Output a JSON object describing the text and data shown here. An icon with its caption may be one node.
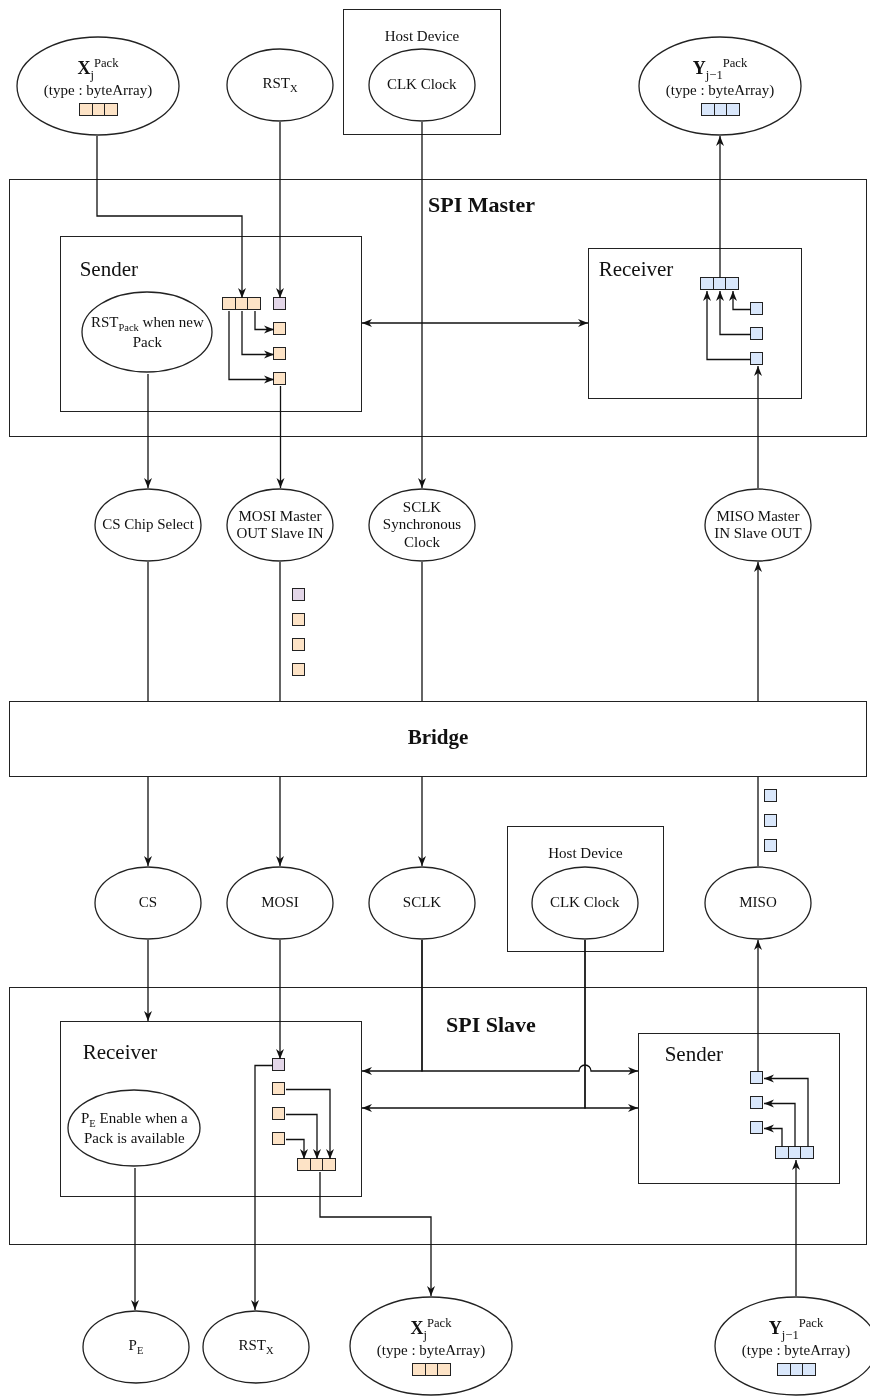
{
  "diagram": {
    "nodes": [
      {
        "text": [
          "**X**$_{j}$$^{Pack}$",
          "(type : byteArray)"
        ]
      },
      {
        "text": [
          "RST$_{X}$"
        ]
      },
      {
        "text": [
          "Host Device"
        ]
      },
      {
        "text": [
          "CLK Clock"
        ],
        "in": 2
      },
      {
        "text": [
          "**Y**$_{j−1}$$^{Pack}$",
          "(type : byteArray)"
        ]
      },
      {
        "text": [
          "SPI Master"
        ]
      },
      {
        "text": [
          "Sender"
        ],
        "in": 5
      },
      {
        "text": [
          "RST$_{Pack}$ when new Pack"
        ],
        "in": 6
      },
      {
        "text": [],
        "shape": "bar",
        "in": 6
      },
      {
        "text": [],
        "shape": "box",
        "in": 6
      },
      {
        "text": [],
        "shape": "box",
        "in": 6
      },
      {
        "text": [],
        "shape": "box",
        "in": 6
      },
      {
        "text": [],
        "shape": "box",
        "in": 6
      },
      {
        "text": [
          "Receiver"
        ],
        "in": 5
      },
      {
        "text": [],
        "shape": "bar",
        "in": 13
      },
      {
        "text": [],
        "shape": "box",
        "in": 13
      },
      {
        "text": [],
        "shape": "box",
        "in": 13
      },
      {
        "text": [],
        "shape": "box",
        "in": 13
      },
      {
        "text": [
          "CS Chip Select"
        ]
      },
      {
        "text": [
          "MOSI Master OUT Slave IN"
        ]
      },
      {
        "text": [
          "SCLK Synchronous Clock"
        ]
      },
      {
        "text": [
          "MISO Master IN Slave OUT"
        ]
      },
      {
        "text": [
          "Bridge"
        ]
      },
      {
        "text": [
          "CS"
        ]
      },
      {
        "text": [
          "MOSI"
        ]
      },
      {
        "text": [
          "SCLK"
        ]
      },
      {
        "text": [
          "Host Device"
        ]
      },
      {
        "text": [
          "CLK Clock"
        ],
        "in": 26
      },
      {
        "text": [
          "MISO"
        ]
      },
      {
        "text": [
          "SPI Slave"
        ]
      },
      {
        "text": [
          "Receiver"
        ],
        "in": 29
      },
      {
        "text": [
          "P$_{E}$ Enable when a Pack is available"
        ],
        "in": 30
      },
      {
        "text": [],
        "shape": "box",
        "in": 30
      },
      {
        "text": [],
        "shape": "box",
        "in": 30
      },
      {
        "text": [],
        "shape": "box",
        "in": 30
      },
      {
        "text": [],
        "shape": "box",
        "in": 30
      },
      {
        "text": [],
        "shape": "bar",
        "in": 30
      },
      {
        "text": [
          "Sender"
        ],
        "in": 29
      },
      {
        "text": [],
        "shape": "box",
        "in": 37
      },
      {
        "text": [],
        "shape": "box",
        "in": 37
      },
      {
        "text": [],
        "shape": "box",
        "in": 37
      },
      {
        "text": [],
        "shape": "bar",
        "in": 37
      },
      {
        "text": [
          "P$_{E}$"
        ]
      },
      {
        "text": [
          "RST$_{X}$"
        ]
      },
      {
        "text": [
          "**X**$_{j}$$^{Pack}$",
          "(type : byteArray)"
        ]
      },
      {
        "text": [
          "**Y**$_{j−1}$$^{Pack}$",
          "(type : byteArray)"
        ]
      }
    ],
    "edges": [
      {
        "from": 0,
        "to": 8,
        "arrow": "to"
      },
      {
        "from": 1,
        "to": 9,
        "arrow": "to"
      },
      {
        "from": 3,
        "to": 20,
        "arrow": "to"
      },
      {
        "from": 14,
        "to": 4,
        "arrow": "to"
      },
      {
        "from": 8,
        "to": 10,
        "arrow": "to"
      },
      {
        "from": 8,
        "to": 11,
        "arrow": "to"
      },
      {
        "from": 8,
        "to": 12,
        "arrow": "to"
      },
      {
        "from": 6,
        "to": 13,
        "arrow": "both"
      },
      {
        "from": 15,
        "to": 14,
        "arrow": "to"
      },
      {
        "from": 16,
        "to": 14,
        "arrow": "to"
      },
      {
        "from": 17,
        "to": 14,
        "arrow": "to"
      },
      {
        "from": 7,
        "to": 18,
        "arrow": "to"
      },
      {
        "from": 12,
        "to": 19,
        "arrow": "to"
      },
      {
        "from": 21,
        "to": 17,
        "arrow": "to"
      },
      {
        "from": 18,
        "to": 22,
        "arrow": "none"
      },
      {
        "from": 19,
        "to": 22,
        "arrow": "none"
      },
      {
        "from": 20,
        "to": 22,
        "arrow": "none"
      },
      {
        "from": 22,
        "to": 21,
        "arrow": "to"
      },
      {
        "from": 22,
        "to": 23,
        "arrow": "to"
      },
      {
        "from": 22,
        "to": 24,
        "arrow": "to"
      },
      {
        "from": 22,
        "to": 25,
        "arrow": "to"
      },
      {
        "from": 28,
        "to": 22,
        "arrow": "none"
      },
      {
        "from": 23,
        "to": 30,
        "arrow": "to"
      },
      {
        "from": 24,
        "to": 32,
        "arrow": "to"
      },
      {
        "from": 25,
        "to": 30,
        "arrow": "to"
      },
      {
        "from": 25,
        "to": 37,
        "arrow": "to"
      },
      {
        "from": 27,
        "to": 30,
        "arrow": "to"
      },
      {
        "from": 27,
        "to": 37,
        "arrow": "to"
      },
      {
        "from": 33,
        "to": 36,
        "arrow": "to"
      },
      {
        "from": 34,
        "to": 36,
        "arrow": "to"
      },
      {
        "from": 35,
        "to": 36,
        "arrow": "to"
      },
      {
        "from": 36,
        "to": 44,
        "arrow": "to"
      },
      {
        "from": 31,
        "to": 42,
        "arrow": "to"
      },
      {
        "from": 32,
        "to": 43,
        "arrow": "to"
      },
      {
        "from": 41,
        "to": 38,
        "arrow": "to"
      },
      {
        "from": 41,
        "to": 39,
        "arrow": "to"
      },
      {
        "from": 41,
        "to": 40,
        "arrow": "to"
      },
      {
        "from": 45,
        "to": 41,
        "arrow": "to"
      },
      {
        "from": 38,
        "to": 28,
        "arrow": "to"
      }
    ]
  }
}
